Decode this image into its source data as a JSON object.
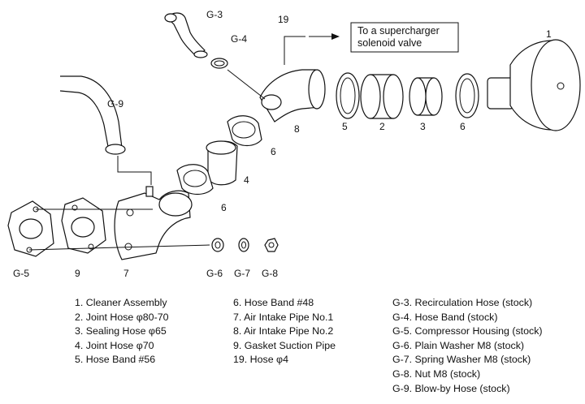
{
  "callout": {
    "line1": "To a supercharger",
    "line2": "solenoid valve"
  },
  "labels": {
    "p1": "1",
    "p19": "19",
    "g3": "G-3",
    "g4": "G-4",
    "g9": "G-9",
    "p8": "8",
    "p5": "5",
    "p2": "2",
    "p3": "3",
    "p6a": "6",
    "p6b": "6",
    "p4": "4",
    "p6c": "6",
    "g5": "G-5",
    "p9": "9",
    "p7": "7",
    "g6": "G-6",
    "g7": "G-7",
    "g8": "G-8"
  },
  "legend": {
    "col1": [
      "1. Cleaner Assembly",
      "2. Joint Hose φ80-70",
      "3. Sealing Hose φ65",
      "4. Joint Hose φ70",
      "5. Hose Band #56"
    ],
    "col2": [
      "6. Hose Band #48",
      "7. Air Intake Pipe No.1",
      "8. Air Intake Pipe No.2",
      "9. Gasket Suction Pipe",
      "19. Hose φ4"
    ],
    "col3": [
      "G-3. Recirculation Hose (stock)",
      "G-4. Hose Band (stock)",
      "G-5. Compressor Housing (stock)",
      "G-6. Plain Washer M8 (stock)",
      "G-7. Spring Washer M8 (stock)",
      "G-8. Nut M8 (stock)",
      "G-9. Blow-by Hose (stock)"
    ]
  }
}
